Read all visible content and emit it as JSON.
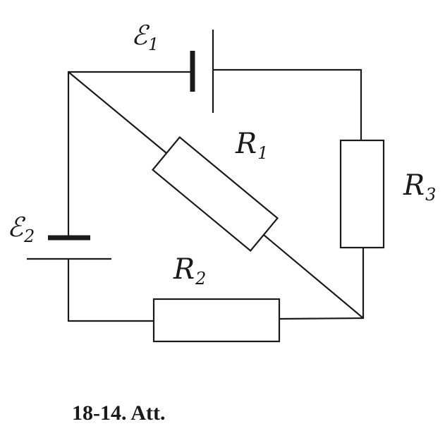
{
  "labels": {
    "emf1": {
      "main": "ℰ",
      "sub": "1"
    },
    "emf2": {
      "main": "ℰ",
      "sub": "2"
    },
    "r1": {
      "main": "R",
      "sub": "1"
    },
    "r2": {
      "main": "R",
      "sub": "2"
    },
    "r3": {
      "main": "R",
      "sub": "3"
    }
  },
  "caption": "18-14. Att."
}
